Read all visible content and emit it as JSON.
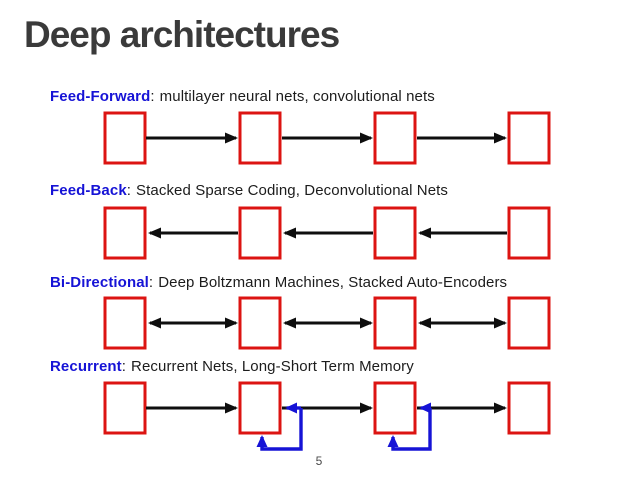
{
  "slide": {
    "title": "Deep architectures",
    "page_number": "5",
    "colors": {
      "background": "#ffffff",
      "title": "#3a3a3a",
      "term": "#1613d6",
      "body": "#1c1c1c",
      "box_border": "#dc1412",
      "arrow": "#0e0e0e",
      "recurrent_loop": "#1613d6",
      "page_number": "#4a4a4a"
    },
    "rows": [
      {
        "term": "Feed-Forward",
        "colon": ":",
        "description": "multilayer neural nets, convolutional nets",
        "arrow_direction": "right",
        "layers": 4,
        "recurrent_feedback": false
      },
      {
        "term": "Feed-Back",
        "colon": ":",
        "description": "Stacked Sparse Coding, Deconvolutional Nets",
        "arrow_direction": "left",
        "layers": 4,
        "recurrent_feedback": false
      },
      {
        "term": "Bi-Directional",
        "colon": ":",
        "description": "Deep Boltzmann Machines, Stacked Auto-Encoders",
        "arrow_direction": "bidirectional",
        "layers": 4,
        "recurrent_feedback": false
      },
      {
        "term": "Recurrent",
        "colon": ":",
        "description": "Recurrent Nets, Long-Short Term Memory",
        "arrow_direction": "right",
        "layers": 4,
        "recurrent_feedback": true
      }
    ]
  }
}
